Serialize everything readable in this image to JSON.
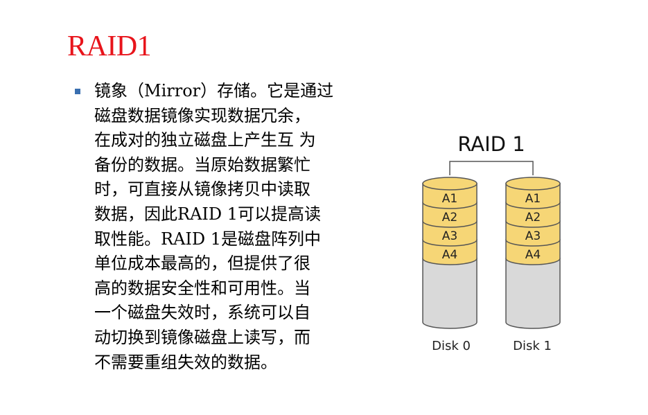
{
  "slide": {
    "title": "RAID1",
    "body_lines": [
      "镜象（Mirror）存储。它是通过",
      "磁盘数据镜像实现数据冗余，",
      "在成对的独立磁盘上产生互 为",
      "备份的数据。当原始数据繁忙",
      "时，可直接从镜像拷贝中读取",
      "数据，因此RAID 1可以提高读",
      "取性能。RAID 1是磁盘阵列中",
      "单位成本最高的，但提供了很",
      "高的数据安全性和可用性。当",
      "一个磁盘失效时，系统可以自",
      "动切换到镜像磁盘上读写，而",
      "不需要重组失效的数据。"
    ]
  },
  "diagram": {
    "title": "RAID 1",
    "disk0": {
      "label": "Disk 0",
      "blocks": [
        "A1",
        "A2",
        "A3",
        "A4"
      ]
    },
    "disk1": {
      "label": "Disk 1",
      "blocks": [
        "A1",
        "A2",
        "A3",
        "A4"
      ]
    },
    "colors": {
      "block_fill": "#f6d676",
      "empty_fill": "#d9d9d9",
      "outline": "#555555"
    }
  }
}
